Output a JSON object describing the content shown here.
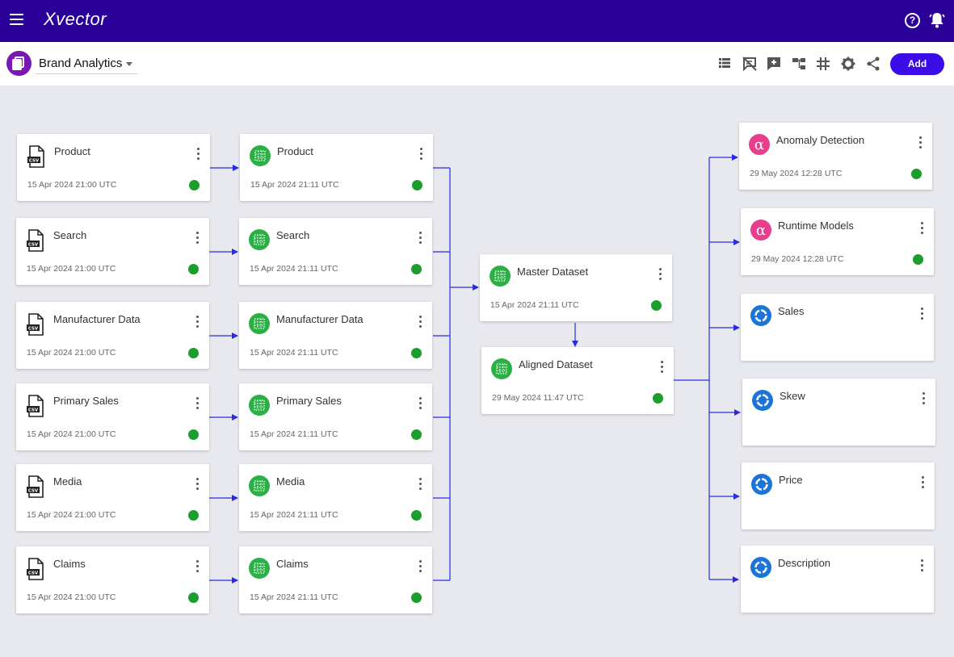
{
  "app": {
    "logo_text": "Xvector",
    "help_icon": "help-circle-icon",
    "bell_icon": "bell-icon"
  },
  "project": {
    "name": "Brand Analytics"
  },
  "toolbar": {
    "add_label": "Add"
  },
  "colors": {
    "header_bg": "#2b0098",
    "accent": "#3b0be8",
    "status_ok": "#1b9e2e",
    "model_icon": "#e83e8c",
    "output_icon": "#1c74d9",
    "connector": "#2a2ae0"
  },
  "source_nodes": [
    {
      "name": "Product",
      "date": "15 Apr 2024 21:00 UTC"
    },
    {
      "name": "Search",
      "date": "15 Apr 2024 21:00 UTC"
    },
    {
      "name": "Manufacturer Data",
      "date": "15 Apr 2024 21:00 UTC"
    },
    {
      "name": "Primary Sales",
      "date": "15 Apr 2024 21:00 UTC"
    },
    {
      "name": "Media",
      "date": "15 Apr 2024 21:00 UTC"
    },
    {
      "name": "Claims",
      "date": "15 Apr 2024 21:00 UTC"
    }
  ],
  "dataset_nodes": [
    {
      "name": "Product",
      "date": "15 Apr 2024 21:11 UTC"
    },
    {
      "name": "Search",
      "date": "15 Apr 2024 21:11 UTC"
    },
    {
      "name": "Manufacturer Data",
      "date": "15 Apr 2024 21:11 UTC"
    },
    {
      "name": "Primary Sales",
      "date": "15 Apr 2024 21:11 UTC"
    },
    {
      "name": "Media",
      "date": "15 Apr 2024 21:11 UTC"
    },
    {
      "name": "Claims",
      "date": "15 Apr 2024 21:11 UTC"
    }
  ],
  "master": {
    "name": "Master Dataset",
    "date": "15 Apr 2024 21:11 UTC"
  },
  "aligned": {
    "name": "Aligned Dataset",
    "date": "29 May 2024 11:47 UTC"
  },
  "model_nodes": [
    {
      "name": "Anomaly Detection",
      "date": "29 May 2024 12:28 UTC"
    },
    {
      "name": "Runtime Models",
      "date": "29 May 2024 12:28 UTC"
    }
  ],
  "output_nodes": [
    {
      "name": "Sales"
    },
    {
      "name": "Skew"
    },
    {
      "name": "Price"
    },
    {
      "name": "Description"
    }
  ]
}
